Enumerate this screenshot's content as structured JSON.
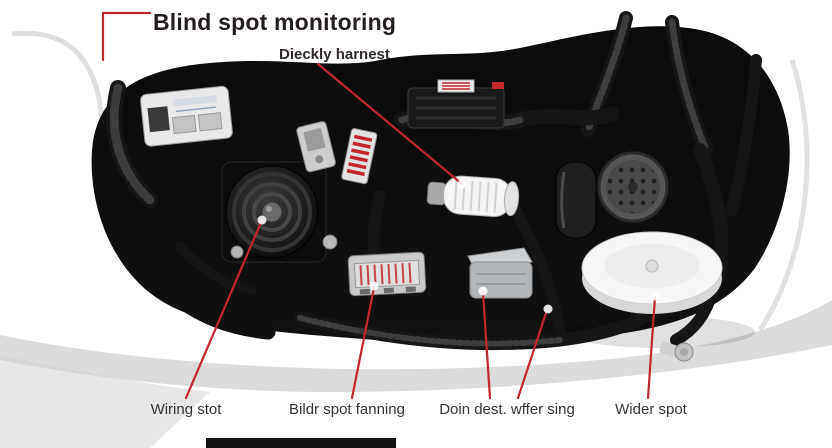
{
  "colors": {
    "callout-red": "#c1272d",
    "title-color": "#241e20",
    "label-color": "#3a3336"
  },
  "header": {
    "title": "Blind spot monitoring"
  },
  "callouts": {
    "harness": {
      "label": "Dieckly harnest"
    },
    "bottom": [
      {
        "label": "Wiring stot"
      },
      {
        "label": "Bildr spot fanning"
      },
      {
        "label": "Doin dest. wffer sing"
      },
      {
        "label": "Wider spot"
      }
    ]
  }
}
